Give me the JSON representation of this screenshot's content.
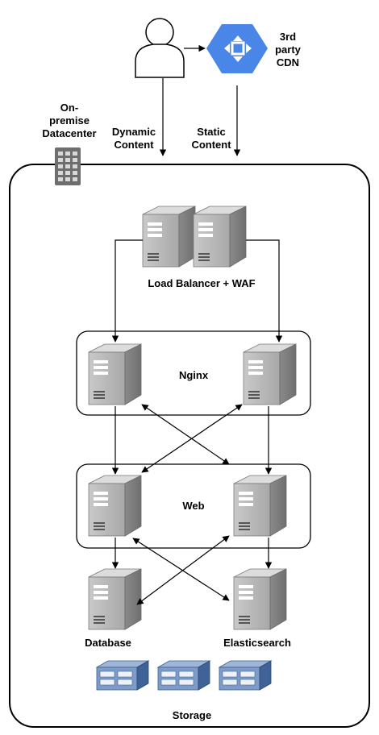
{
  "labels": {
    "cdn": "3rd\nparty\nCDN",
    "dynamic": "Dynamic\nContent",
    "static": "Static\nContent",
    "datacenter": "On-\npremise\nDatacenter",
    "load_balancer": "Load Balancer + WAF",
    "nginx": "Nginx",
    "web": "Web",
    "database": "Database",
    "elasticsearch": "Elasticsearch",
    "storage": "Storage"
  },
  "icons": {
    "user": "user-icon",
    "cdn": "cdn-icon",
    "datacenter": "datacenter-building-icon",
    "server": "server-icon",
    "storage": "storage-disk-icon"
  },
  "colors": {
    "cdn_blue": "#4a86e8",
    "server_gray": "#8c8c8c",
    "storage_blue": "#5f7fa8",
    "line": "#000000"
  }
}
